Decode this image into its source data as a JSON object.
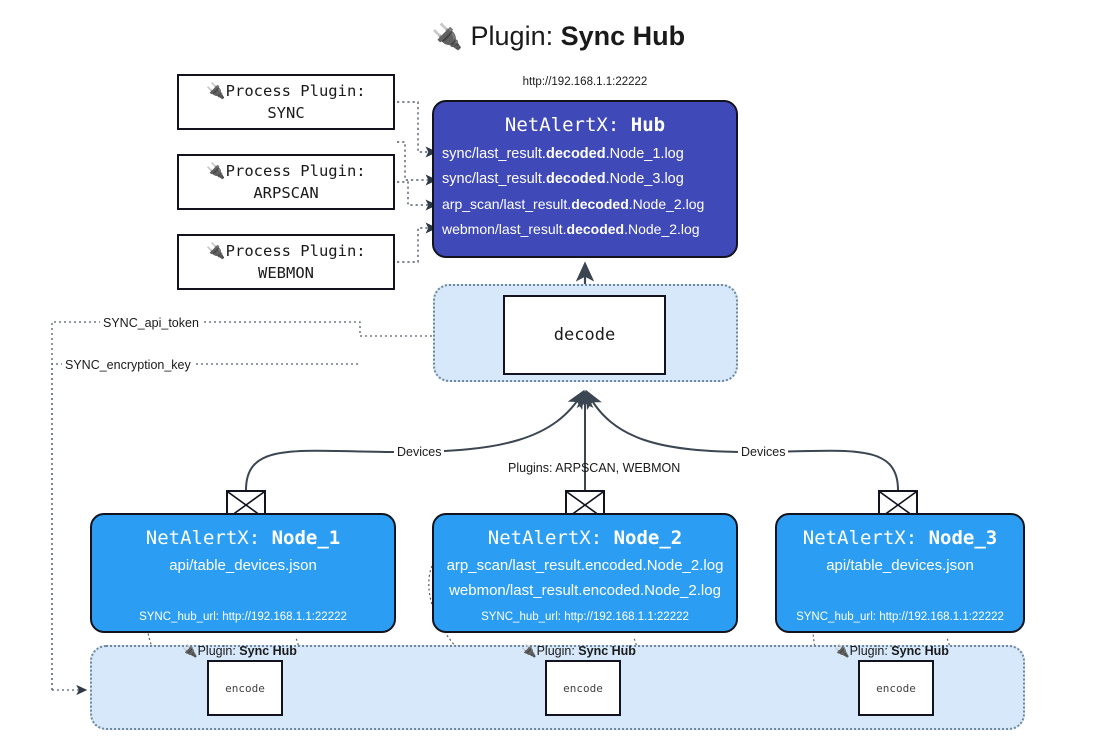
{
  "title": {
    "icon": "plug-icon",
    "prefix": "Plugin: ",
    "name": "Sync Hub"
  },
  "hub": {
    "url": "http://192.168.1.1:22222",
    "label_prefix": "NetAlertX: ",
    "label_name": "Hub",
    "logs": [
      {
        "pre": "sync/last_result.",
        "mid": "decoded",
        "post": ".Node_1.log"
      },
      {
        "pre": "sync/last_result.",
        "mid": "decoded",
        "post": ".Node_3.log"
      },
      {
        "pre": "arp_scan/last_result.",
        "mid": "decoded",
        "post": ".Node_2.log"
      },
      {
        "pre": "webmon/last_result.",
        "mid": "decoded",
        "post": ".Node_2.log"
      }
    ]
  },
  "process_plugins": [
    {
      "icon": "plug-icon",
      "line1": "Process Plugin:",
      "line2": "SYNC"
    },
    {
      "icon": "plug-icon",
      "line1": "Process Plugin:",
      "line2": "ARPSCAN"
    },
    {
      "icon": "plug-icon",
      "line1": "Process Plugin:",
      "line2": "WEBMON"
    }
  ],
  "decode": {
    "label": "decode"
  },
  "edge_labels": {
    "api_token": "SYNC_api_token",
    "encryption_key": "SYNC_encryption_key",
    "devices_left": "Devices",
    "devices_right": "Devices",
    "plugins_mid": "Plugins: ARPSCAN, WEBMON"
  },
  "nodes": [
    {
      "label_prefix": "NetAlertX: ",
      "label_name": "Node_1",
      "lines": [
        "api/table_devices.json"
      ],
      "footer": "SYNC_hub_url: http://192.168.1.1:22222",
      "icon": "envelope-icon"
    },
    {
      "label_prefix": "NetAlertX: ",
      "label_name": "Node_2",
      "lines": [
        "arp_scan/last_result.encoded.Node_2.log",
        "webmon/last_result.encoded.Node_2.log"
      ],
      "footer": "SYNC_hub_url: http://192.168.1.1:22222",
      "icon": "envelope-icon"
    },
    {
      "label_prefix": "NetAlertX: ",
      "label_name": "Node_3",
      "lines": [
        "api/table_devices.json"
      ],
      "footer": "SYNC_hub_url: http://192.168.1.1:22222",
      "icon": "envelope-icon"
    }
  ],
  "encoders": [
    {
      "tag_icon": "plug-icon",
      "tag_prefix": "Plugin: ",
      "tag_name": "Sync Hub",
      "label": "encode"
    },
    {
      "tag_icon": "plug-icon",
      "tag_prefix": "Plugin: ",
      "tag_name": "Sync Hub",
      "label": "encode"
    },
    {
      "tag_icon": "plug-icon",
      "tag_prefix": "Plugin: ",
      "tag_name": "Sync Hub",
      "label": "encode"
    }
  ],
  "colors": {
    "hub_fill": "#4049b8",
    "node_fill": "#2b9ef3",
    "pool_fill": "#d6e8fa",
    "stroke": "#12131f",
    "dotted_stroke": "#6e88a0"
  }
}
